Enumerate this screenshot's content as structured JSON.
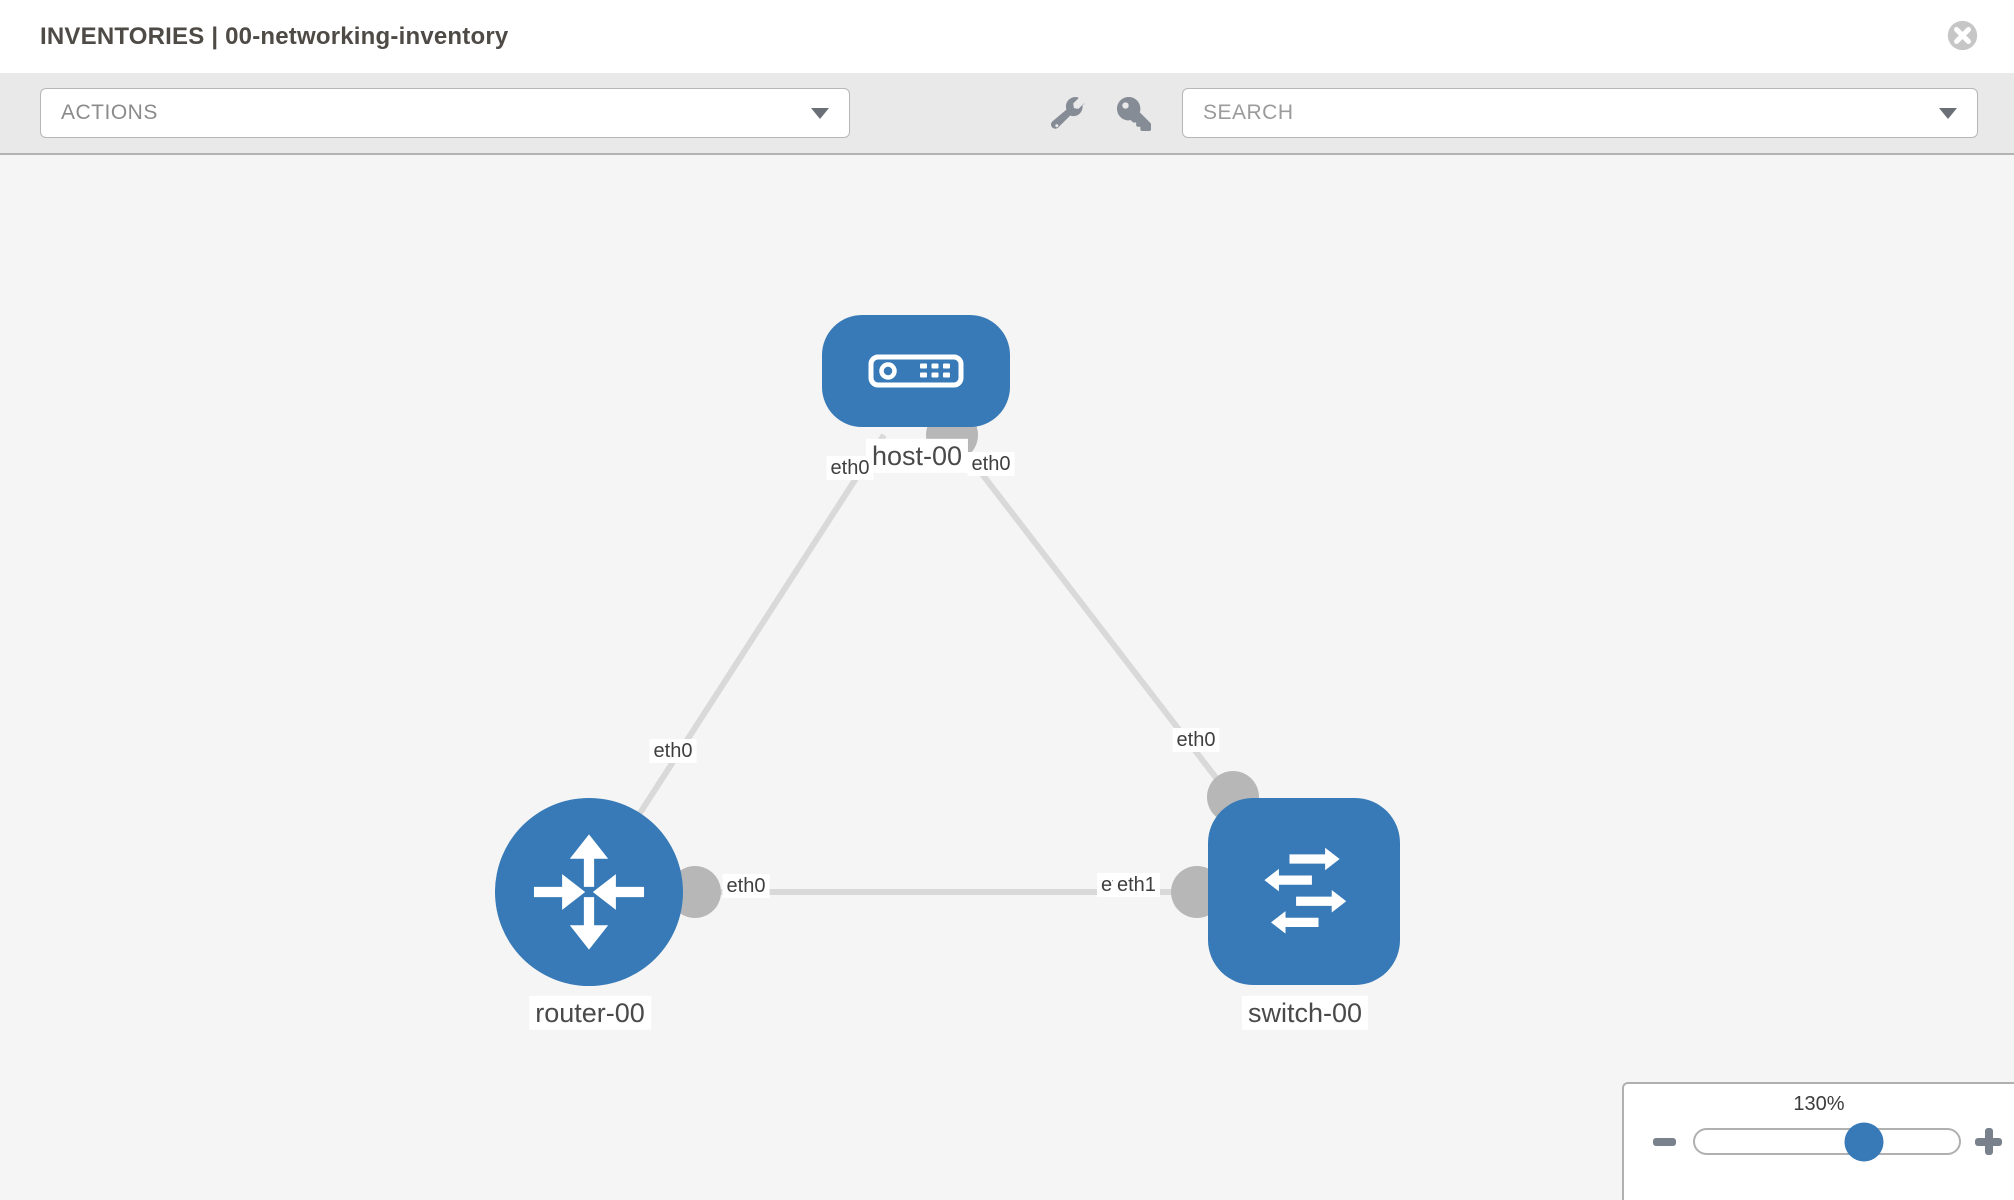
{
  "header": {
    "title": "INVENTORIES | 00-networking-inventory"
  },
  "toolbar": {
    "actions_label": "ACTIONS",
    "search_placeholder": "SEARCH"
  },
  "topology": {
    "nodes": [
      {
        "name": "host-00",
        "type": "host"
      },
      {
        "name": "router-00",
        "type": "router"
      },
      {
        "name": "switch-00",
        "type": "switch"
      }
    ],
    "links": [
      {
        "source": "host-00",
        "source_interface": "eth0",
        "target": "router-00",
        "target_interface": "eth0"
      },
      {
        "source": "host-00",
        "source_interface": "eth0",
        "target": "switch-00",
        "target_interface": "eth0"
      },
      {
        "source": "router-00",
        "source_interface": "eth0",
        "target": "switch-00",
        "target_interface": "eth1"
      }
    ],
    "labels": {
      "host_name": "host-00",
      "router_name": "router-00",
      "switch_name": "switch-00",
      "link1_host_if": "eth0",
      "link1_router_if": "eth0",
      "link2_host_if": "eth0",
      "link2_switch_if": "eth0",
      "link3_router_if": "eth0",
      "link3_switch_if_back": "eth0",
      "link3_switch_if_front": "eth1"
    }
  },
  "zoom_control": {
    "level": "130%"
  },
  "colors": {
    "node_blue": "#377ab7",
    "link_gray": "#d9d9d9",
    "connector_gray": "#b7b7b7",
    "canvas_bg": "#f5f5f5",
    "toolbar_bg": "#e9e9e9"
  }
}
